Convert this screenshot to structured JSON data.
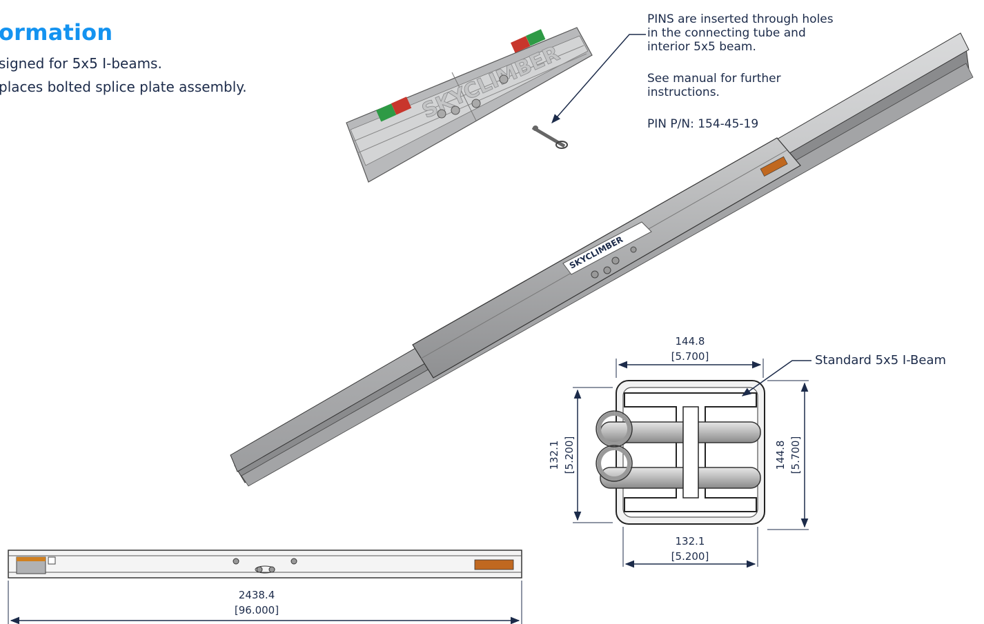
{
  "header": {
    "title": "ormation",
    "bullets": [
      "signed for 5x5 I-beams.",
      "places bolted splice plate assembly."
    ]
  },
  "callouts": {
    "pins_note": "PINS are inserted through holes in the connecting tube and interior 5x5 beam.",
    "manual_note": "See manual for further instructions.",
    "pin_part_number": "PIN P/N: 154-45-19",
    "ibeam_label": "Standard 5x5 I-Beam"
  },
  "branding": {
    "logo_text": "SKYCLIMBER",
    "accent_color": "#1493f0",
    "text_color": "#1c2b4a",
    "dimension_color": "#1c2b4a",
    "warning_green": "#2e9a45",
    "warning_red": "#c8362c"
  },
  "dimensions": {
    "top_width": {
      "mm": "144.8",
      "in": "[5.700]"
    },
    "bottom_width": {
      "mm": "132.1",
      "in": "[5.200]"
    },
    "left_height": {
      "mm": "132.1",
      "in": "[5.200]"
    },
    "right_height": {
      "mm": "144.8",
      "in": "[5.700]"
    },
    "overall_length": {
      "mm": "2438.4",
      "in": "[96.000]"
    }
  }
}
